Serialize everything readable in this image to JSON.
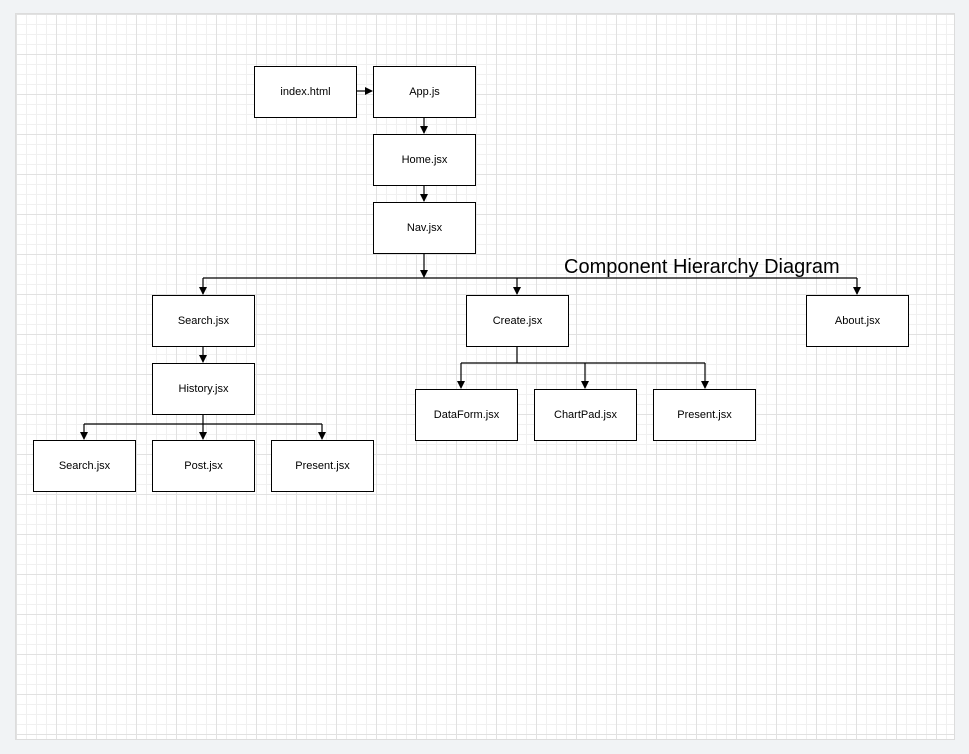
{
  "diagram": {
    "title": "Component Hierarchy Diagram",
    "nodes": {
      "index_html": "index.html",
      "app_js": "App.js",
      "home_jsx": "Home.jsx",
      "nav_jsx": "Nav.jsx",
      "search_jsx": "Search.jsx",
      "create_jsx": "Create.jsx",
      "about_jsx": "About.jsx",
      "history_jsx": "History.jsx",
      "history_search_jsx": "Search.jsx",
      "post_jsx": "Post.jsx",
      "history_present_jsx": "Present.jsx",
      "dataform_jsx": "DataForm.jsx",
      "chartpad_jsx": "ChartPad.jsx",
      "create_present_jsx": "Present.jsx"
    },
    "edges": [
      [
        "index_html",
        "app_js"
      ],
      [
        "app_js",
        "home_jsx"
      ],
      [
        "home_jsx",
        "nav_jsx"
      ],
      [
        "nav_jsx",
        "search_jsx"
      ],
      [
        "nav_jsx",
        "create_jsx"
      ],
      [
        "nav_jsx",
        "about_jsx"
      ],
      [
        "search_jsx",
        "history_jsx"
      ],
      [
        "history_jsx",
        "history_search_jsx"
      ],
      [
        "history_jsx",
        "post_jsx"
      ],
      [
        "history_jsx",
        "history_present_jsx"
      ],
      [
        "create_jsx",
        "dataform_jsx"
      ],
      [
        "create_jsx",
        "chartpad_jsx"
      ],
      [
        "create_jsx",
        "create_present_jsx"
      ]
    ],
    "colors": {
      "line": "#000000",
      "node_border": "#000000",
      "grid": "#e1e1e1"
    }
  }
}
